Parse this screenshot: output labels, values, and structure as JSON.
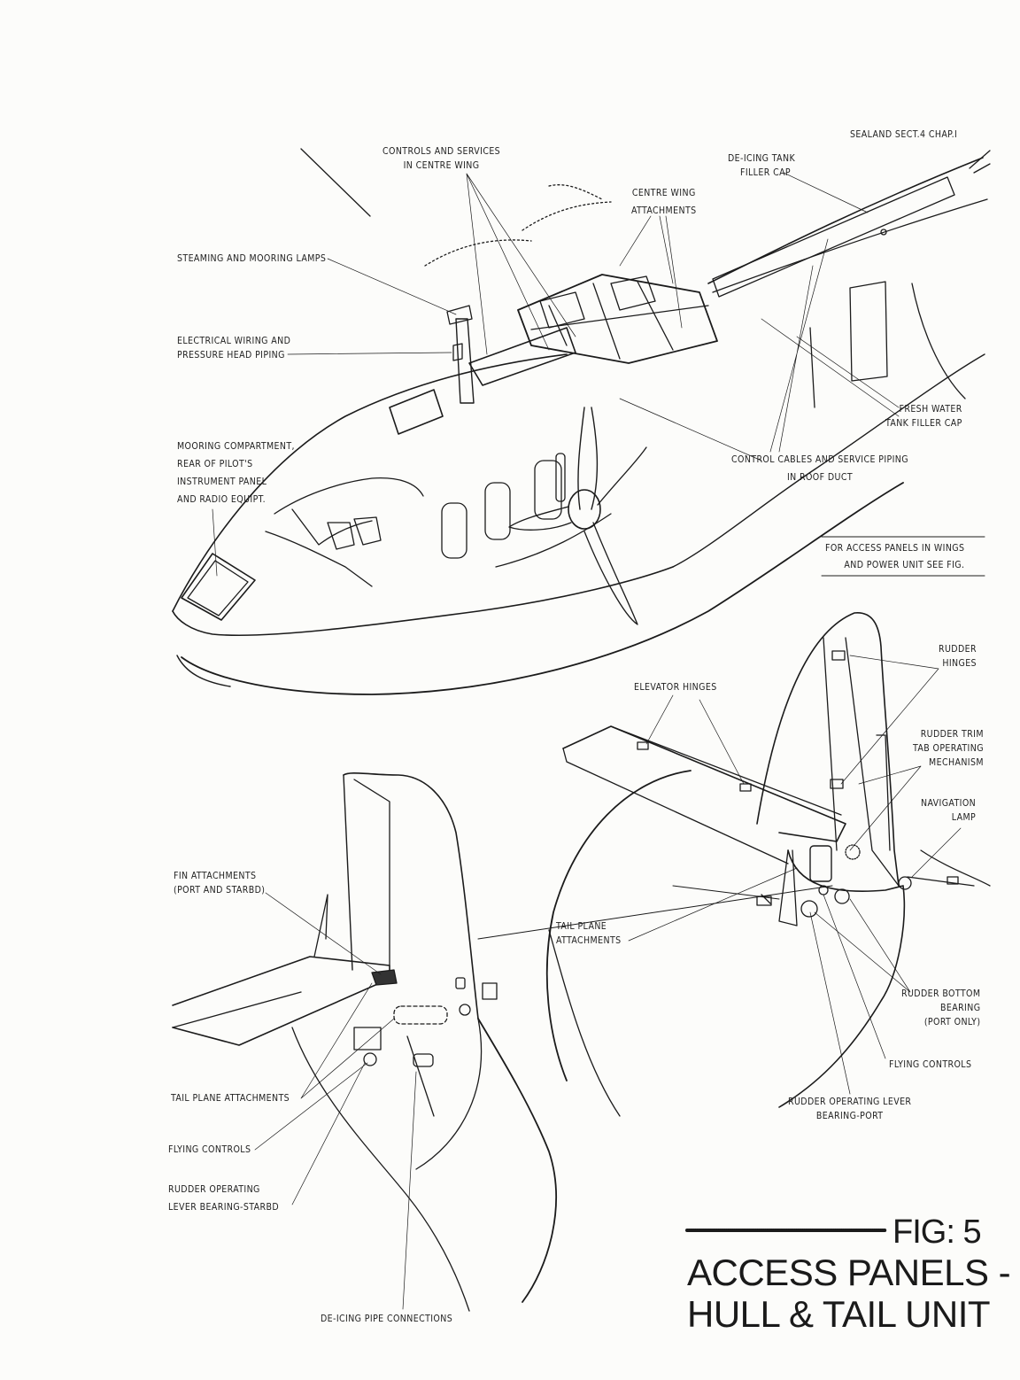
{
  "header": {
    "ref": "SEALAND SECT.4 CHAP.I"
  },
  "labels": {
    "controls_centre_wing": [
      "CONTROLS AND SERVICES",
      "IN CENTRE WING"
    ],
    "deicing_tank": [
      "DE-ICING TANK",
      "FILLER CAP"
    ],
    "centre_wing_attach": [
      "CENTRE WING",
      "ATTACHMENTS"
    ],
    "steaming_lamps": [
      "STEAMING AND MOORING LAMPS"
    ],
    "electrical_wiring": [
      "ELECTRICAL WIRING AND",
      "PRESSURE HEAD PIPING"
    ],
    "mooring_compartment": [
      "MOORING COMPARTMENT,",
      "REAR OF PILOT'S",
      "INSTRUMENT PANEL",
      "AND RADIO EQUIPT."
    ],
    "fresh_water": [
      "FRESH WATER",
      "TANK FILLER CAP"
    ],
    "control_cables": [
      "CONTROL CABLES AND SERVICE PIPING",
      "IN ROOF DUCT"
    ],
    "access_note": [
      "FOR ACCESS PANELS IN WINGS",
      "AND POWER UNIT SEE FIG."
    ],
    "rudder_hinges": [
      "RUDDER",
      "HINGES"
    ],
    "elevator_hinges": [
      "ELEVATOR HINGES"
    ],
    "rudder_trim": [
      "RUDDER TRIM",
      "TAB OPERATING",
      "MECHANISM"
    ],
    "navigation_lamp": [
      "NAVIGATION",
      "LAMP"
    ],
    "fin_attachments": [
      "FIN ATTACHMENTS",
      "(PORT AND STARBD)"
    ],
    "tail_plane_attach_r": [
      "TAIL PLANE",
      "ATTACHMENTS"
    ],
    "rudder_bottom": [
      "RUDDER BOTTOM",
      "BEARING",
      "(PORT ONLY)"
    ],
    "flying_controls_r": [
      "FLYING CONTROLS"
    ],
    "rudder_lever_port": [
      "RUDDER OPERATING LEVER",
      "BEARING-PORT"
    ],
    "tail_plane_attach_l": [
      "TAIL PLANE ATTACHMENTS"
    ],
    "flying_controls_l": [
      "FLYING CONTROLS"
    ],
    "rudder_lever_starbd": [
      "RUDDER OPERATING",
      "LEVER BEARING-STARBD"
    ],
    "deicing_pipe": [
      "DE-ICING PIPE CONNECTIONS"
    ]
  },
  "figure": {
    "number": "FIG: 5",
    "title_line1": "ACCESS PANELS -",
    "title_line2": "HULL & TAIL UNIT"
  }
}
